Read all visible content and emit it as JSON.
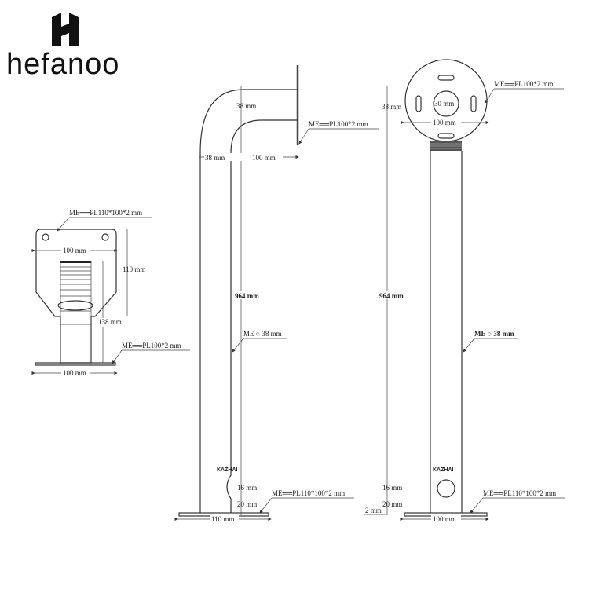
{
  "brand": {
    "name": "hefanoo"
  },
  "side_view": {
    "top_plate_label": "ME══PL110*100*2 mm",
    "width_top": "100 mm",
    "height_plate": "110 mm",
    "height_total": "138 mm",
    "base_plate_label": "ME══PL100*2 mm",
    "width_bottom": "100 mm"
  },
  "elbow_view": {
    "plate_label": "ME══PL100*2 mm",
    "top_dim": "38 mm",
    "pipe_dim": "38 mm",
    "reach_dim": "100 mm",
    "height": "964 mm",
    "pipe_label": "ME ○ 38 mm",
    "dim_16": "16 mm",
    "dim_20": "20 mm",
    "base_label": "ME══PL110*100*2 mm",
    "base_width": "110 mm",
    "maker_mark": "KAZHAI"
  },
  "front_view": {
    "plate_label": "ME══PL100*2 mm",
    "top_dim": "38 mm",
    "center_hole": "30 mm",
    "plate_width": "100 mm",
    "height": "964 mm",
    "pipe_label": "ME ○ 38 mm",
    "dim_16": "16 mm",
    "dim_20": "20 mm",
    "dim_2": "2 mm",
    "base_label": "ME══PL110*100*2 mm",
    "base_width": "100 mm",
    "maker_mark": "KAZHAI"
  }
}
